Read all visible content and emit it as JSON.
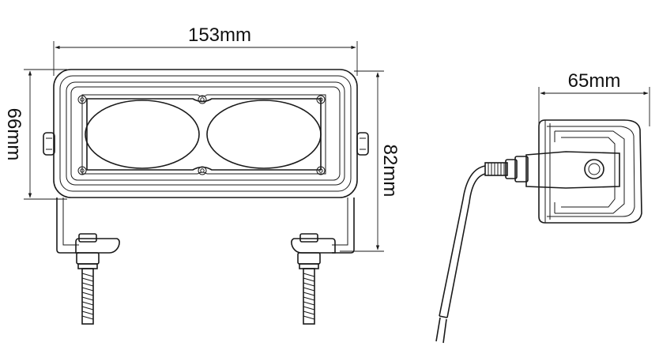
{
  "diagram": {
    "dimensions": {
      "width": "153mm",
      "inner_height": "66mm",
      "total_height": "82mm",
      "depth": "65mm"
    }
  },
  "colors": {
    "line": "#1a1a1a",
    "background": "#ffffff"
  }
}
